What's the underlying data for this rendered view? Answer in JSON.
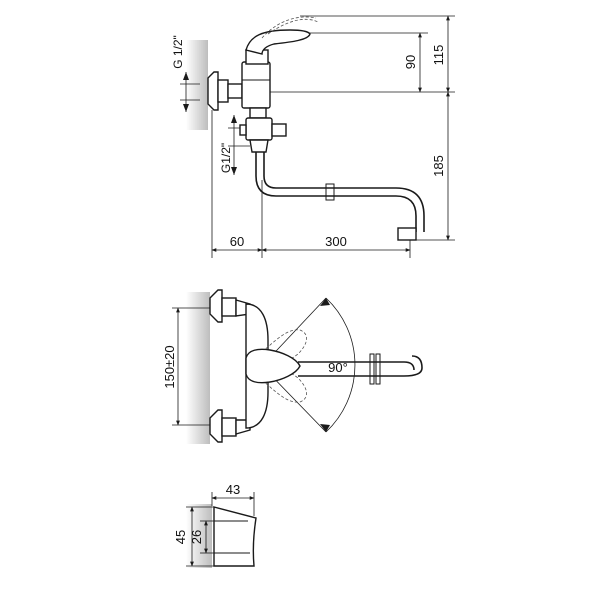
{
  "side_view": {
    "dim_handle_height": "90",
    "dim_total_height": "115",
    "dim_spout_drop": "185",
    "dim_wall_offset": "60",
    "dim_spout_reach": "300",
    "thread_top": "G 1/2\"",
    "thread_bottom": "G1/2\""
  },
  "top_view": {
    "dim_connection_spacing": "150±20",
    "rotation_angle": "90°"
  },
  "escutcheon_view": {
    "dim_width": "43",
    "dim_outer_height": "45",
    "dim_inner_height": "26"
  },
  "colors": {
    "line": "#1a1a1a",
    "wall_shade": "#c8c8c8",
    "background": "#ffffff"
  }
}
